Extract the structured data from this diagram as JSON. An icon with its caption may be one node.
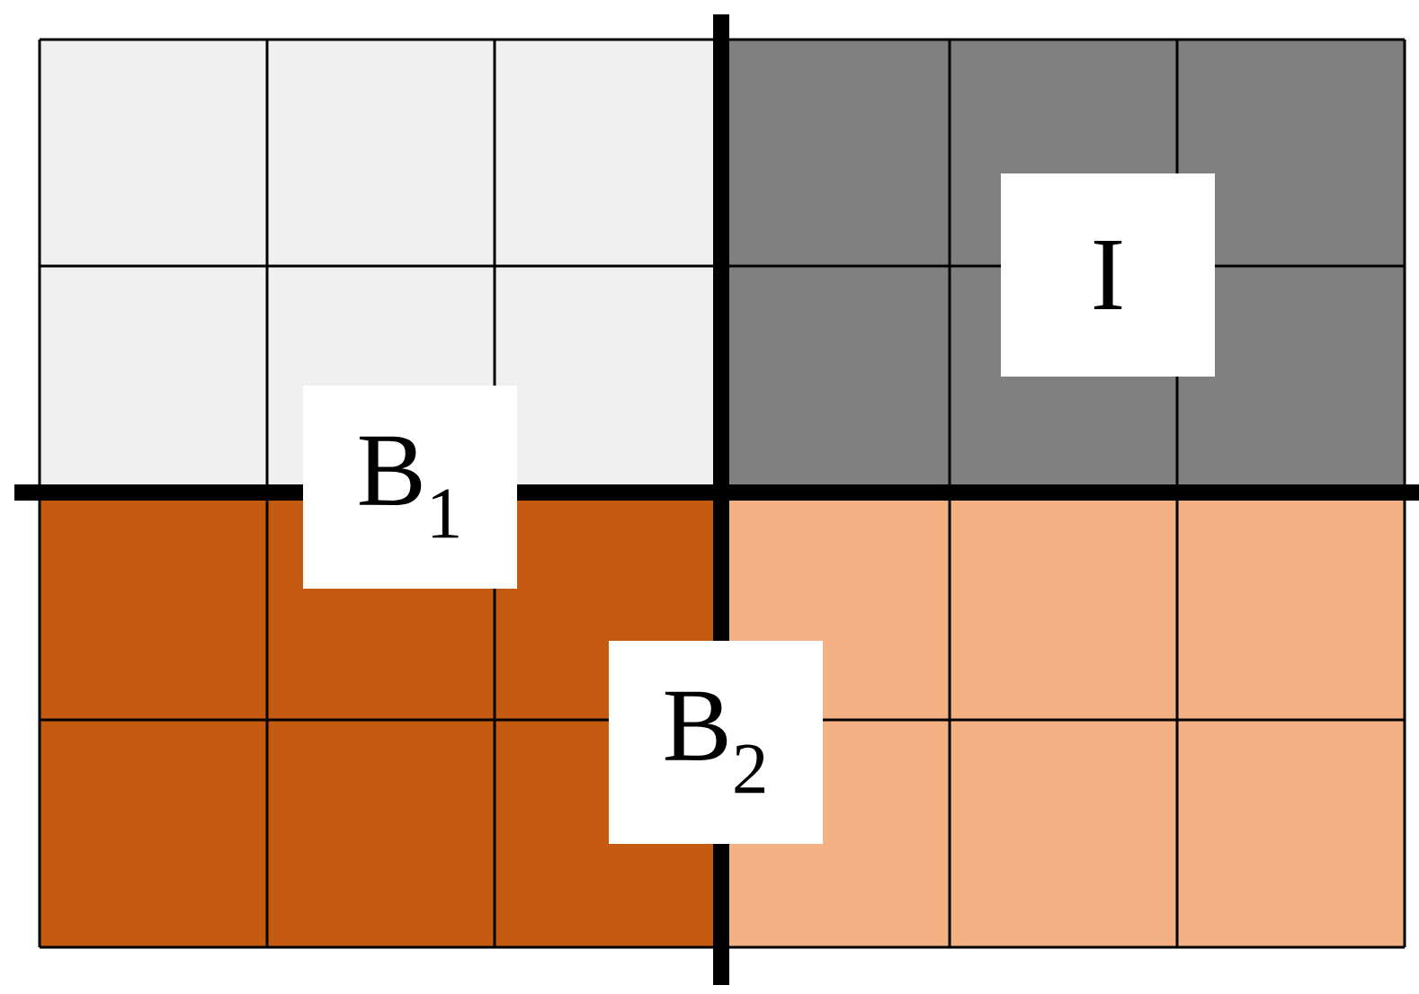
{
  "diagram": {
    "nodes": [
      {
        "text": [
          "I"
        ]
      },
      {
        "text": [
          "B$_{1}$"
        ]
      },
      {
        "text": [
          "B$_{2}$"
        ]
      }
    ]
  }
}
